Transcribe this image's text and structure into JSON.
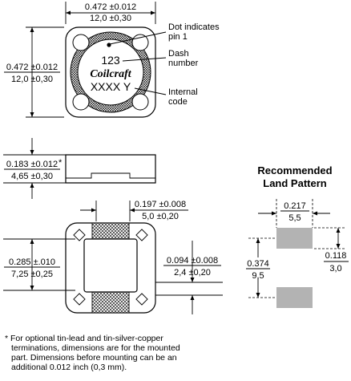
{
  "top_view": {
    "width_in": "0.472 ±0.012",
    "width_mm": "12,0 ±0,30",
    "height_in": "0.472 ±0.012",
    "height_mm": "12,0 ±0,30",
    "dash_number": "123",
    "brand": "Coilcraft",
    "internal_code": "XXXX Y",
    "callout_dot": [
      "Dot indicates",
      "pin 1"
    ],
    "callout_dash": [
      "Dash",
      "number"
    ],
    "callout_code": [
      "Internal",
      "code"
    ]
  },
  "side_view": {
    "height_in": "0.183 ±0.012",
    "height_mm": "4,65 ±0,30",
    "footnote_mark": "*"
  },
  "bottom_view": {
    "terminal_width_in": "0.197 ±0.008",
    "terminal_width_mm": "5,0 ±0,20",
    "height_in": "0.285 ±.010",
    "height_mm": "7,25 ±0,25",
    "terminal_length_in": "0.094 ±0.008",
    "terminal_length_mm": "2,4 ±0,20"
  },
  "land_pattern": {
    "title_line1": "Recommended",
    "title_line2": "Land Pattern",
    "pad_width_in": "0.217",
    "pad_width_mm": "5,5",
    "pad_length_in": "0.118",
    "pad_length_mm": "3,0",
    "span_in": "0.374",
    "span_mm": "9,5",
    "pad_color": "#b3b3b3"
  },
  "footnote": {
    "lines": [
      "* For optional tin-lead and tin-silver-copper",
      "terminations, dimensions are for the mounted",
      "part. Dimensions before mounting can be an",
      "additional 0.012 inch (0,3 mm)."
    ]
  }
}
